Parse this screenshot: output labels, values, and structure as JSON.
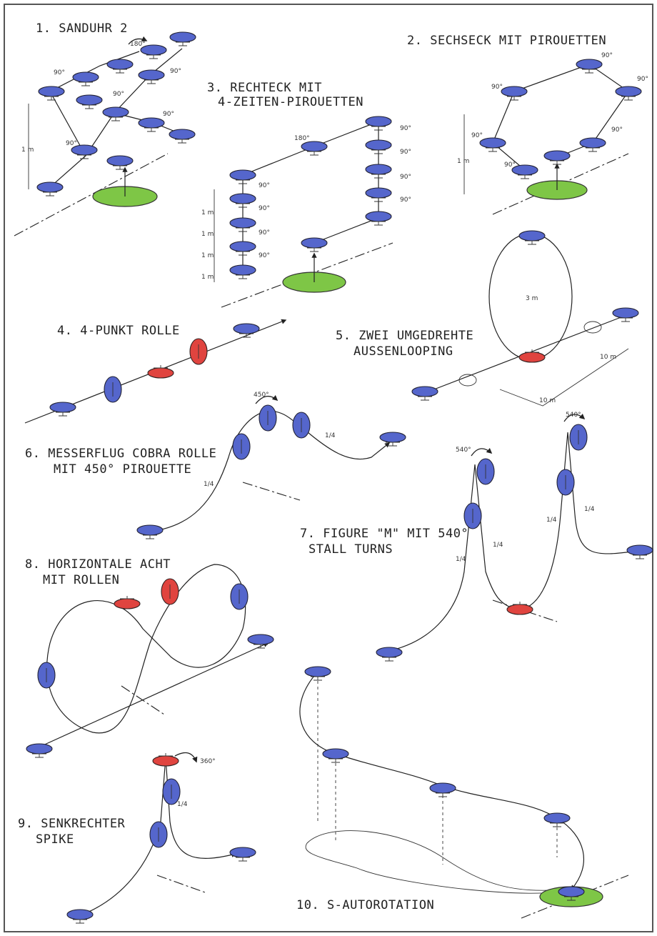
{
  "maneuvers": [
    {
      "title": "1. SANDUHR 2",
      "annotations": [
        "180°",
        "90°",
        "90°",
        "90°",
        "90°",
        "90°",
        "1 m"
      ]
    },
    {
      "title": "2. SECHSECK MIT PIROUETTEN",
      "annotations": [
        "90°",
        "90°",
        "90°",
        "90°",
        "90°",
        "90°",
        "1 m"
      ]
    },
    {
      "title_line1": "3. RECHTECK MIT",
      "title_line2": "4-ZEITEN-PIROUETTEN",
      "annotations": [
        "180°",
        "90°",
        "90°",
        "90°",
        "90°",
        "90°",
        "90°",
        "90°",
        "90°",
        "1 m",
        "1 m",
        "1 m",
        "1 m"
      ]
    },
    {
      "title": "4. 4-PUNKT ROLLE"
    },
    {
      "title_line1": "5. ZWEI UMGEDREHTE",
      "title_line2": "AUSSENLOOPING",
      "annotations": [
        "3 m",
        "10 m",
        "10 m"
      ]
    },
    {
      "title_line1": "6. MESSERFLUG COBRA ROLLE",
      "title_line2": "MIT 450° PIROUETTE",
      "annotations": [
        "450°",
        "1/4",
        "1/4"
      ]
    },
    {
      "title_line1": "7. FIGURE \"M\" MIT 540°",
      "title_line2": "STALL TURNS",
      "annotations": [
        "540°",
        "540°",
        "1/4",
        "1/4",
        "1/4",
        "1/4"
      ]
    },
    {
      "title_line1": "8. HORIZONTALE ACHT",
      "title_line2": "MIT ROLLEN"
    },
    {
      "title_line1": "9. SENKRECHTER",
      "title_line2": "SPIKE",
      "annotations": [
        "360°",
        "1/4"
      ]
    },
    {
      "title": "10. S-AUTOROTATION"
    }
  ],
  "colors": {
    "helicopter": "#5566cc",
    "inverted": "#e0443f",
    "pad": "#7ec646",
    "frame": "#333333"
  },
  "icons": [
    "helicopter-icon",
    "landing-pad-icon",
    "direction-arrow-icon",
    "pirouette-arrow-icon"
  ]
}
